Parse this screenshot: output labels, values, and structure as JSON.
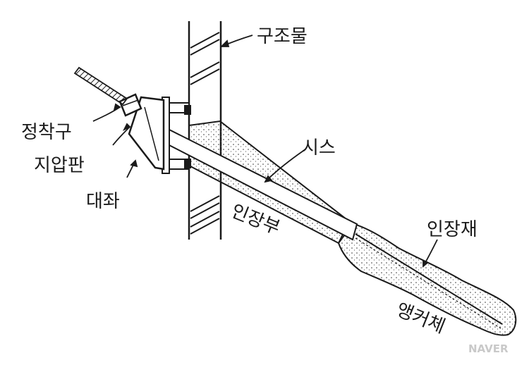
{
  "labels": {
    "structure": "구조물",
    "anchor_head": "정착구",
    "bearing_plate": "지압판",
    "base_seat": "대좌",
    "sheath": "시스",
    "tension_zone": "인장부",
    "tendon": "인장재",
    "anchor_body": "앵커체"
  },
  "watermark": "NAVER",
  "colors": {
    "ink": "#1a1a1a",
    "paper": "#ffffff",
    "watermark": "#c9c9c9"
  }
}
